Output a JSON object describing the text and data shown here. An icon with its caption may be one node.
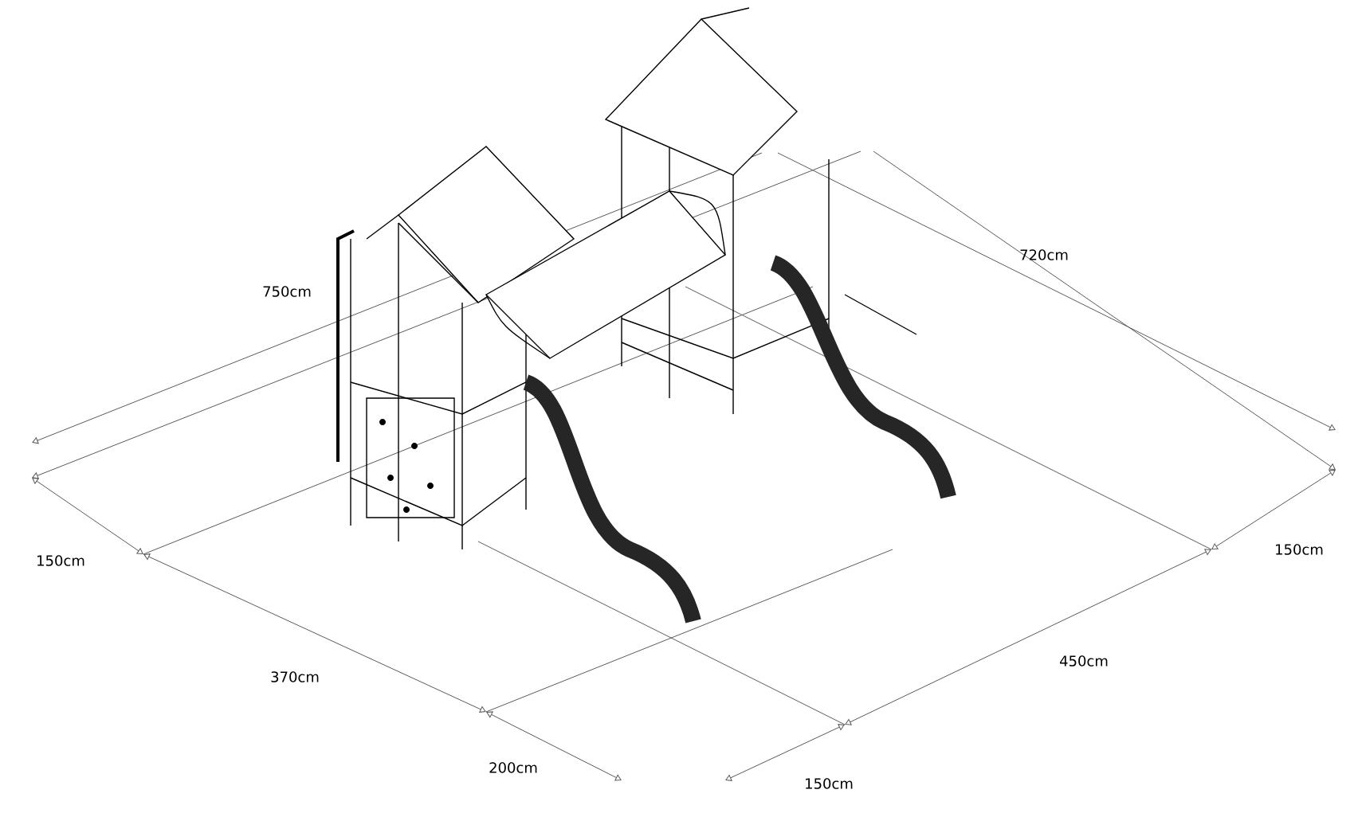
{
  "diagram": {
    "labels": [
      "750cm",
      "720cm",
      "150cm",
      "150cm",
      "370cm",
      "450cm",
      "200cm",
      "150cm"
    ]
  }
}
